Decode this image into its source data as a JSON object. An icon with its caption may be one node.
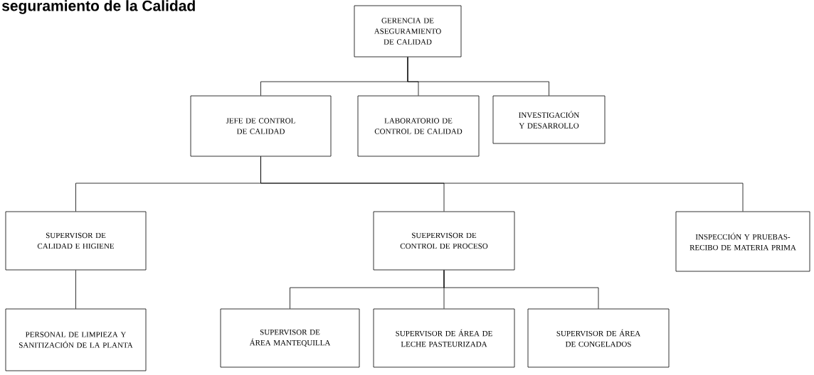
{
  "diagram": {
    "title": "seguramiento de la Calidad",
    "nodes": [
      {
        "text": [
          "GERENCIA DE ASEGURAMIENTO DE CALIDAD"
        ]
      },
      {
        "text": [
          "JEFE DE CONTROL DE CALIDAD"
        ]
      },
      {
        "text": [
          "LABORATORIO DE CONTROL DE CALIDAD"
        ]
      },
      {
        "text": [
          "INVESTIGACIÓN Y DESARROLLO"
        ]
      },
      {
        "text": [
          "SUPERVISOR DE CALIDAD E HIGIENE"
        ]
      },
      {
        "text": [
          "SUEPERVISOR DE CONTROL DE PROCESO"
        ]
      },
      {
        "text": [
          "INSPECCIÓN Y PRUEBAS-RECIBO DE MATERIA PRIMA"
        ]
      },
      {
        "text": [
          "PERSONAL DE LIMPIEZA Y SANITIZACIÓN DE LA PLANTA"
        ]
      },
      {
        "text": [
          "SUPERVISOR DE ÁREA MANTEQUILLA"
        ]
      },
      {
        "text": [
          "SUPERVISOR DE ÁREA DE LECHE PASTEURIZADA"
        ]
      },
      {
        "text": [
          "SUPERVISOR DE ÁREA DE CONGELADOS"
        ]
      }
    ],
    "edges": [
      {
        "from": 0,
        "to": 1,
        "arrow": "none"
      },
      {
        "from": 0,
        "to": 2,
        "arrow": "none"
      },
      {
        "from": 0,
        "to": 3,
        "arrow": "none"
      },
      {
        "from": 1,
        "to": 4,
        "arrow": "none"
      },
      {
        "from": 1,
        "to": 5,
        "arrow": "none"
      },
      {
        "from": 1,
        "to": 6,
        "arrow": "none"
      },
      {
        "from": 4,
        "to": 7,
        "arrow": "none"
      },
      {
        "from": 5,
        "to": 8,
        "arrow": "none"
      },
      {
        "from": 5,
        "to": 9,
        "arrow": "none"
      },
      {
        "from": 5,
        "to": 10,
        "arrow": "none"
      }
    ]
  }
}
